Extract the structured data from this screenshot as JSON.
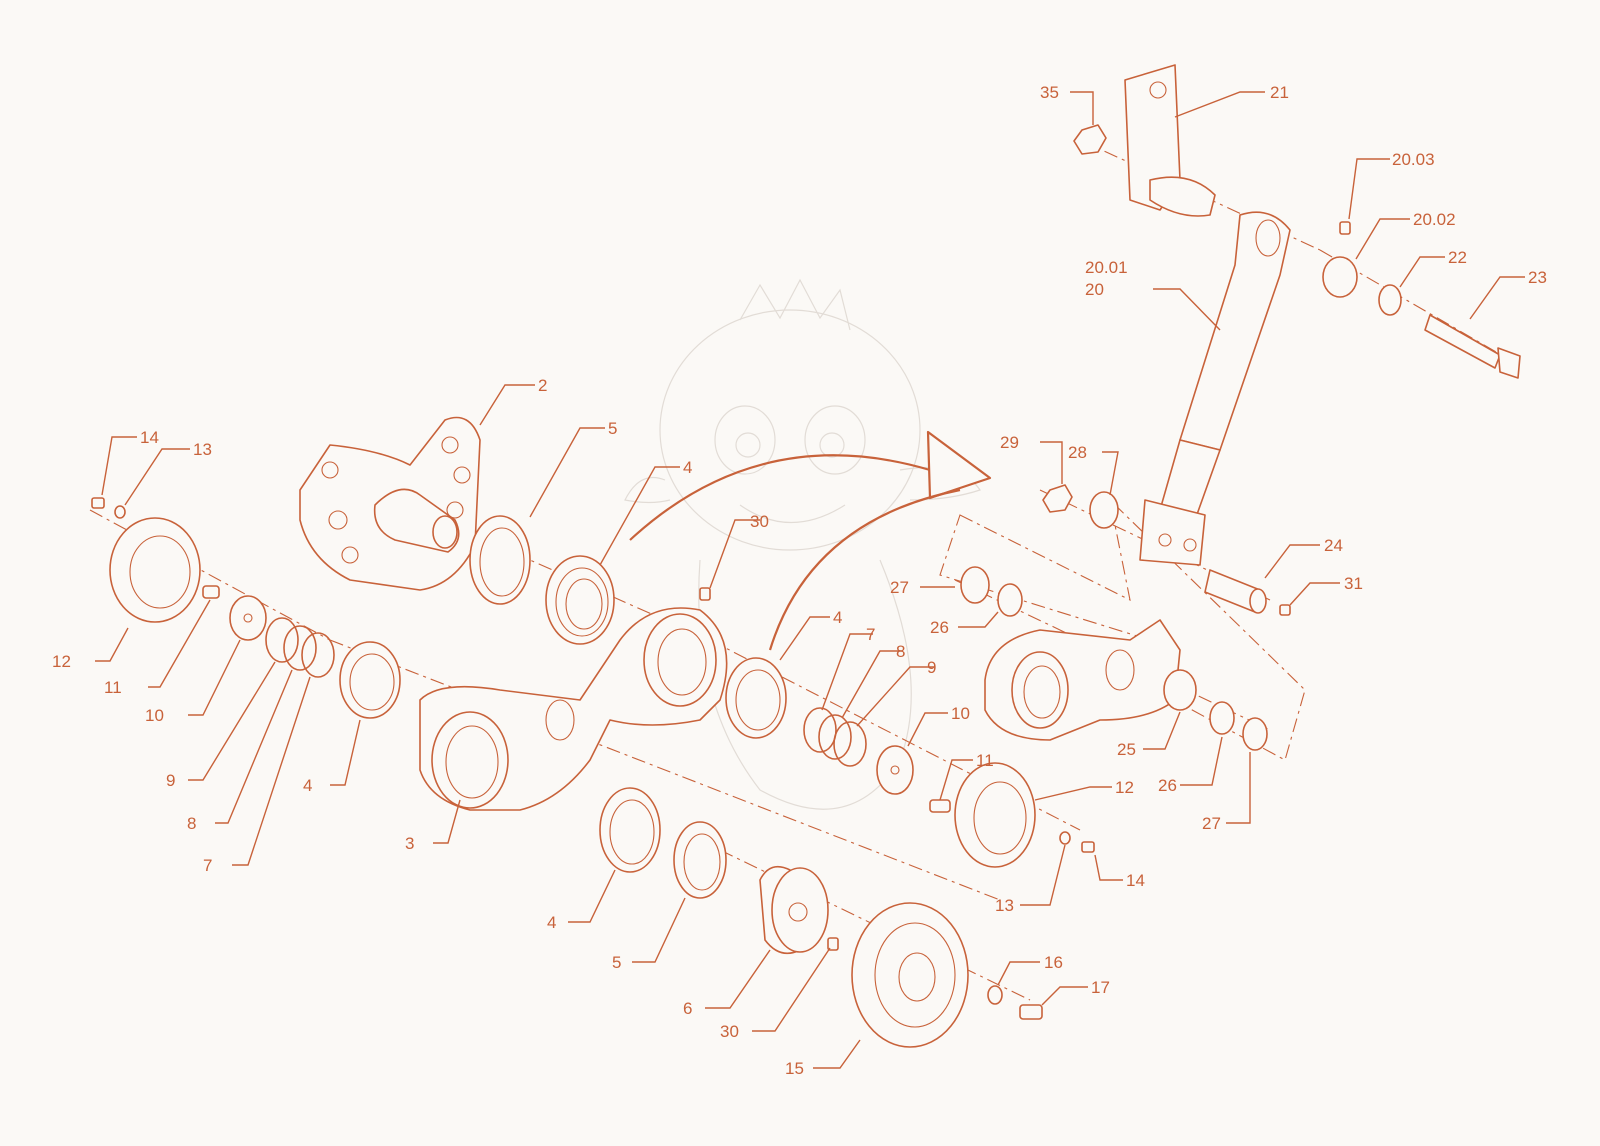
{
  "colors": {
    "line": "#c8623a",
    "background": "#fbf9f6",
    "watermark": "#e2dcd6"
  },
  "watermark": {
    "subject": "cartoon-dragon-sketch"
  },
  "callouts": [
    {
      "text": "35"
    },
    {
      "text": "21"
    },
    {
      "text": "20.03"
    },
    {
      "text": "20.02"
    },
    {
      "text": "22"
    },
    {
      "text": "23"
    },
    {
      "text": "20.01"
    },
    {
      "text": "20"
    },
    {
      "text": "2"
    },
    {
      "text": "5"
    },
    {
      "text": "4"
    },
    {
      "text": "30"
    },
    {
      "text": "29"
    },
    {
      "text": "28"
    },
    {
      "text": "24"
    },
    {
      "text": "31"
    },
    {
      "text": "27"
    },
    {
      "text": "26"
    },
    {
      "text": "14"
    },
    {
      "text": "13"
    },
    {
      "text": "12"
    },
    {
      "text": "11"
    },
    {
      "text": "10"
    },
    {
      "text": "9"
    },
    {
      "text": "8"
    },
    {
      "text": "7"
    },
    {
      "text": "4"
    },
    {
      "text": "3"
    },
    {
      "text": "4"
    },
    {
      "text": "7"
    },
    {
      "text": "8"
    },
    {
      "text": "9"
    },
    {
      "text": "10"
    },
    {
      "text": "11"
    },
    {
      "text": "12"
    },
    {
      "text": "14"
    },
    {
      "text": "13"
    },
    {
      "text": "25"
    },
    {
      "text": "26"
    },
    {
      "text": "27"
    },
    {
      "text": "4"
    },
    {
      "text": "5"
    },
    {
      "text": "6"
    },
    {
      "text": "30"
    },
    {
      "text": "15"
    },
    {
      "text": "16"
    },
    {
      "text": "17"
    }
  ]
}
